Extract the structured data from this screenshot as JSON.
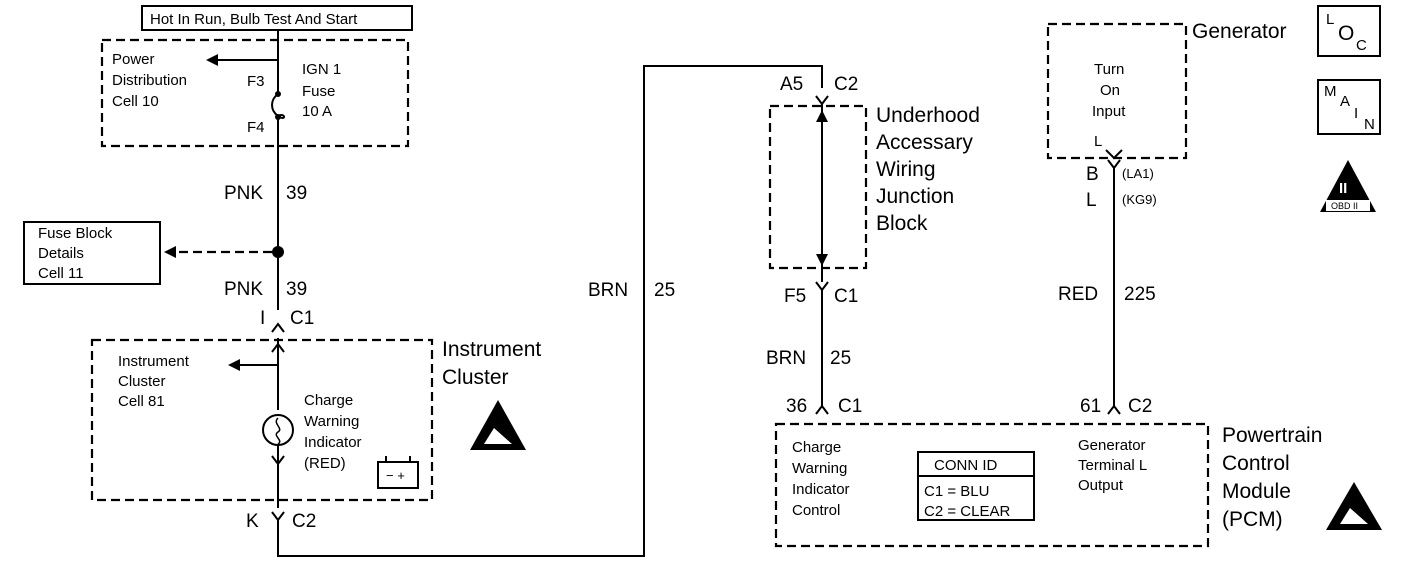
{
  "header_box": "Hot In Run, Bulb Test And Start",
  "power_dist": {
    "line1": "Power",
    "line2": "Distribution",
    "line3": "Cell 10"
  },
  "fuse": {
    "f3": "F3",
    "f4": "F4",
    "name1": "IGN 1",
    "name2": "Fuse",
    "rating": "10 A"
  },
  "wire_pnk_upper": {
    "color": "PNK",
    "circuit": "39"
  },
  "fuse_block": {
    "line1": "Fuse Block",
    "line2": "Details",
    "line3": "Cell 11"
  },
  "wire_pnk_lower": {
    "color": "PNK",
    "circuit": "39"
  },
  "conn_i_c1": {
    "pin": "I",
    "conn": "C1"
  },
  "instrument_cluster": {
    "title1": "Instrument",
    "title2": "Cluster",
    "ref1": "Instrument",
    "ref2": "Cluster",
    "ref3": "Cell 81",
    "ind1": "Charge",
    "ind2": "Warning",
    "ind3": "Indicator",
    "ind4": "(RED)",
    "batt": "−  +"
  },
  "conn_k_c2": {
    "pin": "K",
    "conn": "C2"
  },
  "wire_brn_left": {
    "color": "BRN",
    "circuit": "25"
  },
  "conn_a5_c2": {
    "pin": "A5",
    "conn": "C2"
  },
  "junction_block": {
    "l1": "Underhood",
    "l2": "Accessary",
    "l3": "Wiring",
    "l4": "Junction",
    "l5": "Block"
  },
  "conn_f5_c1": {
    "pin": "F5",
    "conn": "C1"
  },
  "wire_brn_right": {
    "color": "BRN",
    "circuit": "25"
  },
  "conn_36_c1": {
    "pin": "36",
    "conn": "C1"
  },
  "generator": {
    "title": "Generator",
    "l1": "Turn",
    "l2": "On",
    "l3": "Input",
    "pin": "L"
  },
  "gen_conn": {
    "b": "B",
    "l": "L",
    "la1": "(LA1)",
    "kg9": "(KG9)"
  },
  "wire_red": {
    "color": "RED",
    "circuit": "225"
  },
  "conn_61_c2": {
    "pin": "61",
    "conn": "C2"
  },
  "pcm": {
    "l1": "Powertrain",
    "l2": "Control",
    "l3": "Module",
    "l4": "(PCM)",
    "left1": "Charge",
    "left2": "Warning",
    "left3": "Indicator",
    "left4": "Control",
    "right1": "Generator",
    "right2": "Terminal L",
    "right3": "Output"
  },
  "conn_id": {
    "title": "CONN ID",
    "c1": "C1 = BLU",
    "c2": "C2 = CLEAR"
  },
  "badges": {
    "loc_l": "L",
    "loc_o": "O",
    "loc_c": "C",
    "main_m": "M",
    "main_a": "A",
    "main_i": "I",
    "main_n": "N",
    "obd_roman": "II",
    "obd_label": "OBD II"
  }
}
